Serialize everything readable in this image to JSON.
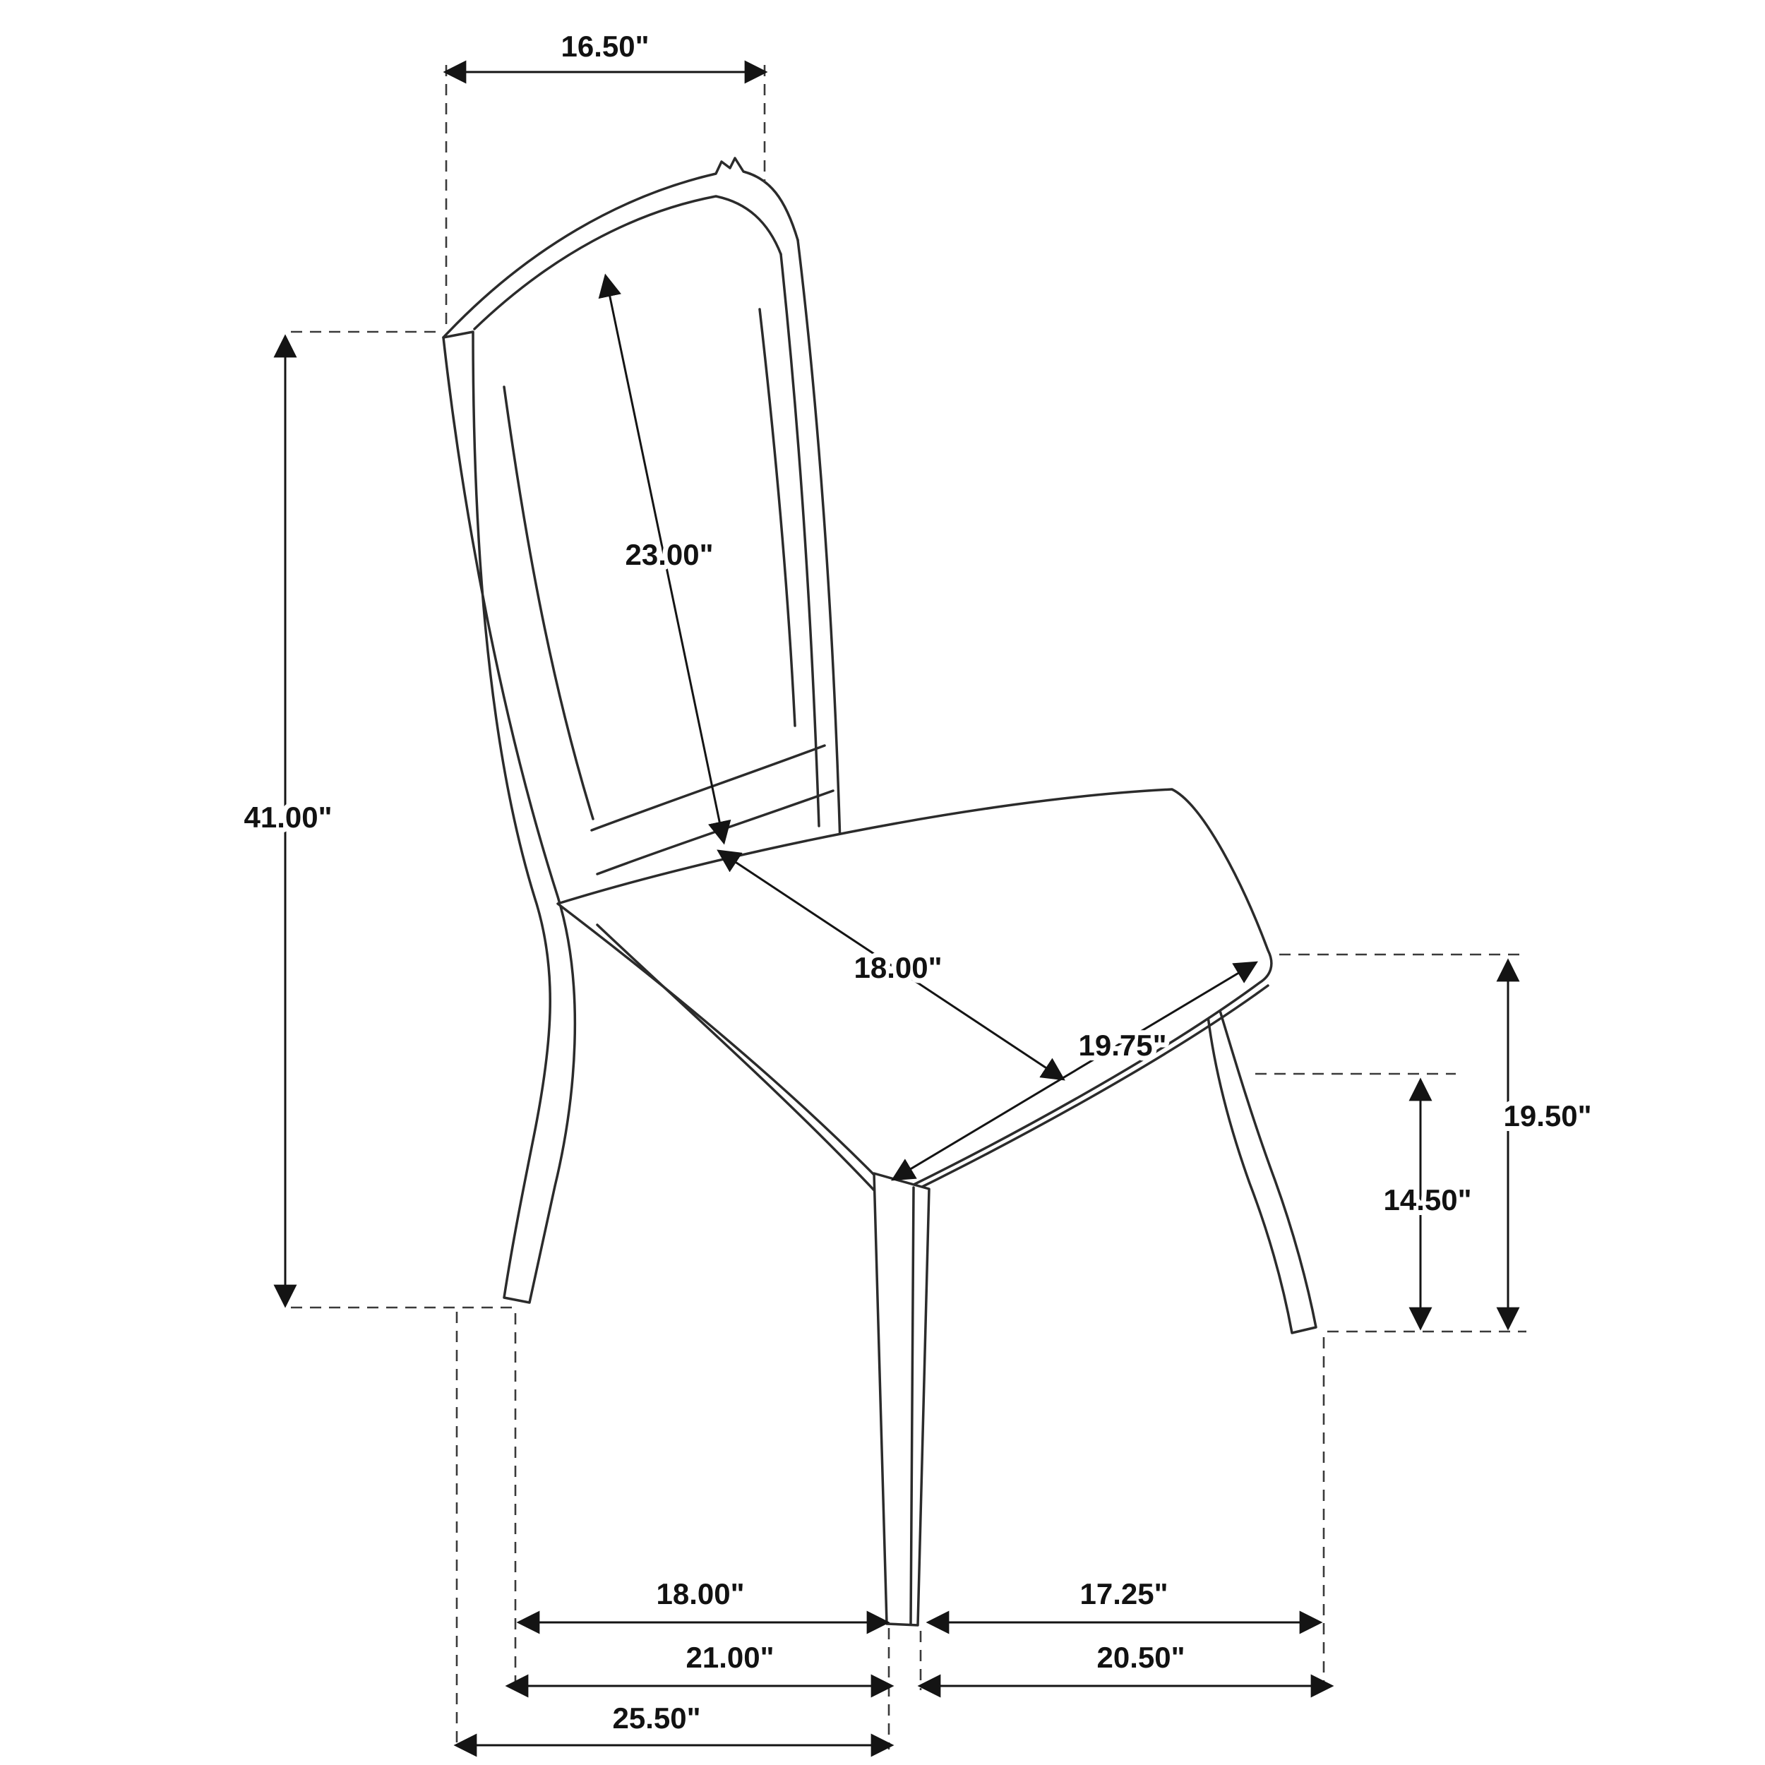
{
  "diagram": {
    "subject": "upholstered-dining-side-chair-dimension-drawing",
    "colors": {
      "background": "#ffffff",
      "line": "#2b2b2b",
      "dimension": "#141414"
    },
    "dims": {
      "top_width": "16.50\"",
      "back_height": "23.00\"",
      "overall_height": "41.00\"",
      "seat_depth": "18.00\"",
      "seat_width": "19.75\"",
      "seat_height": "19.50\"",
      "apron_height": "14.50\"",
      "front_leg_span": "18.00\"",
      "right_leg_span": "17.25\"",
      "base_left_span": "21.00\"",
      "base_right_span": "20.50\"",
      "overall_depth": "25.50\""
    }
  }
}
